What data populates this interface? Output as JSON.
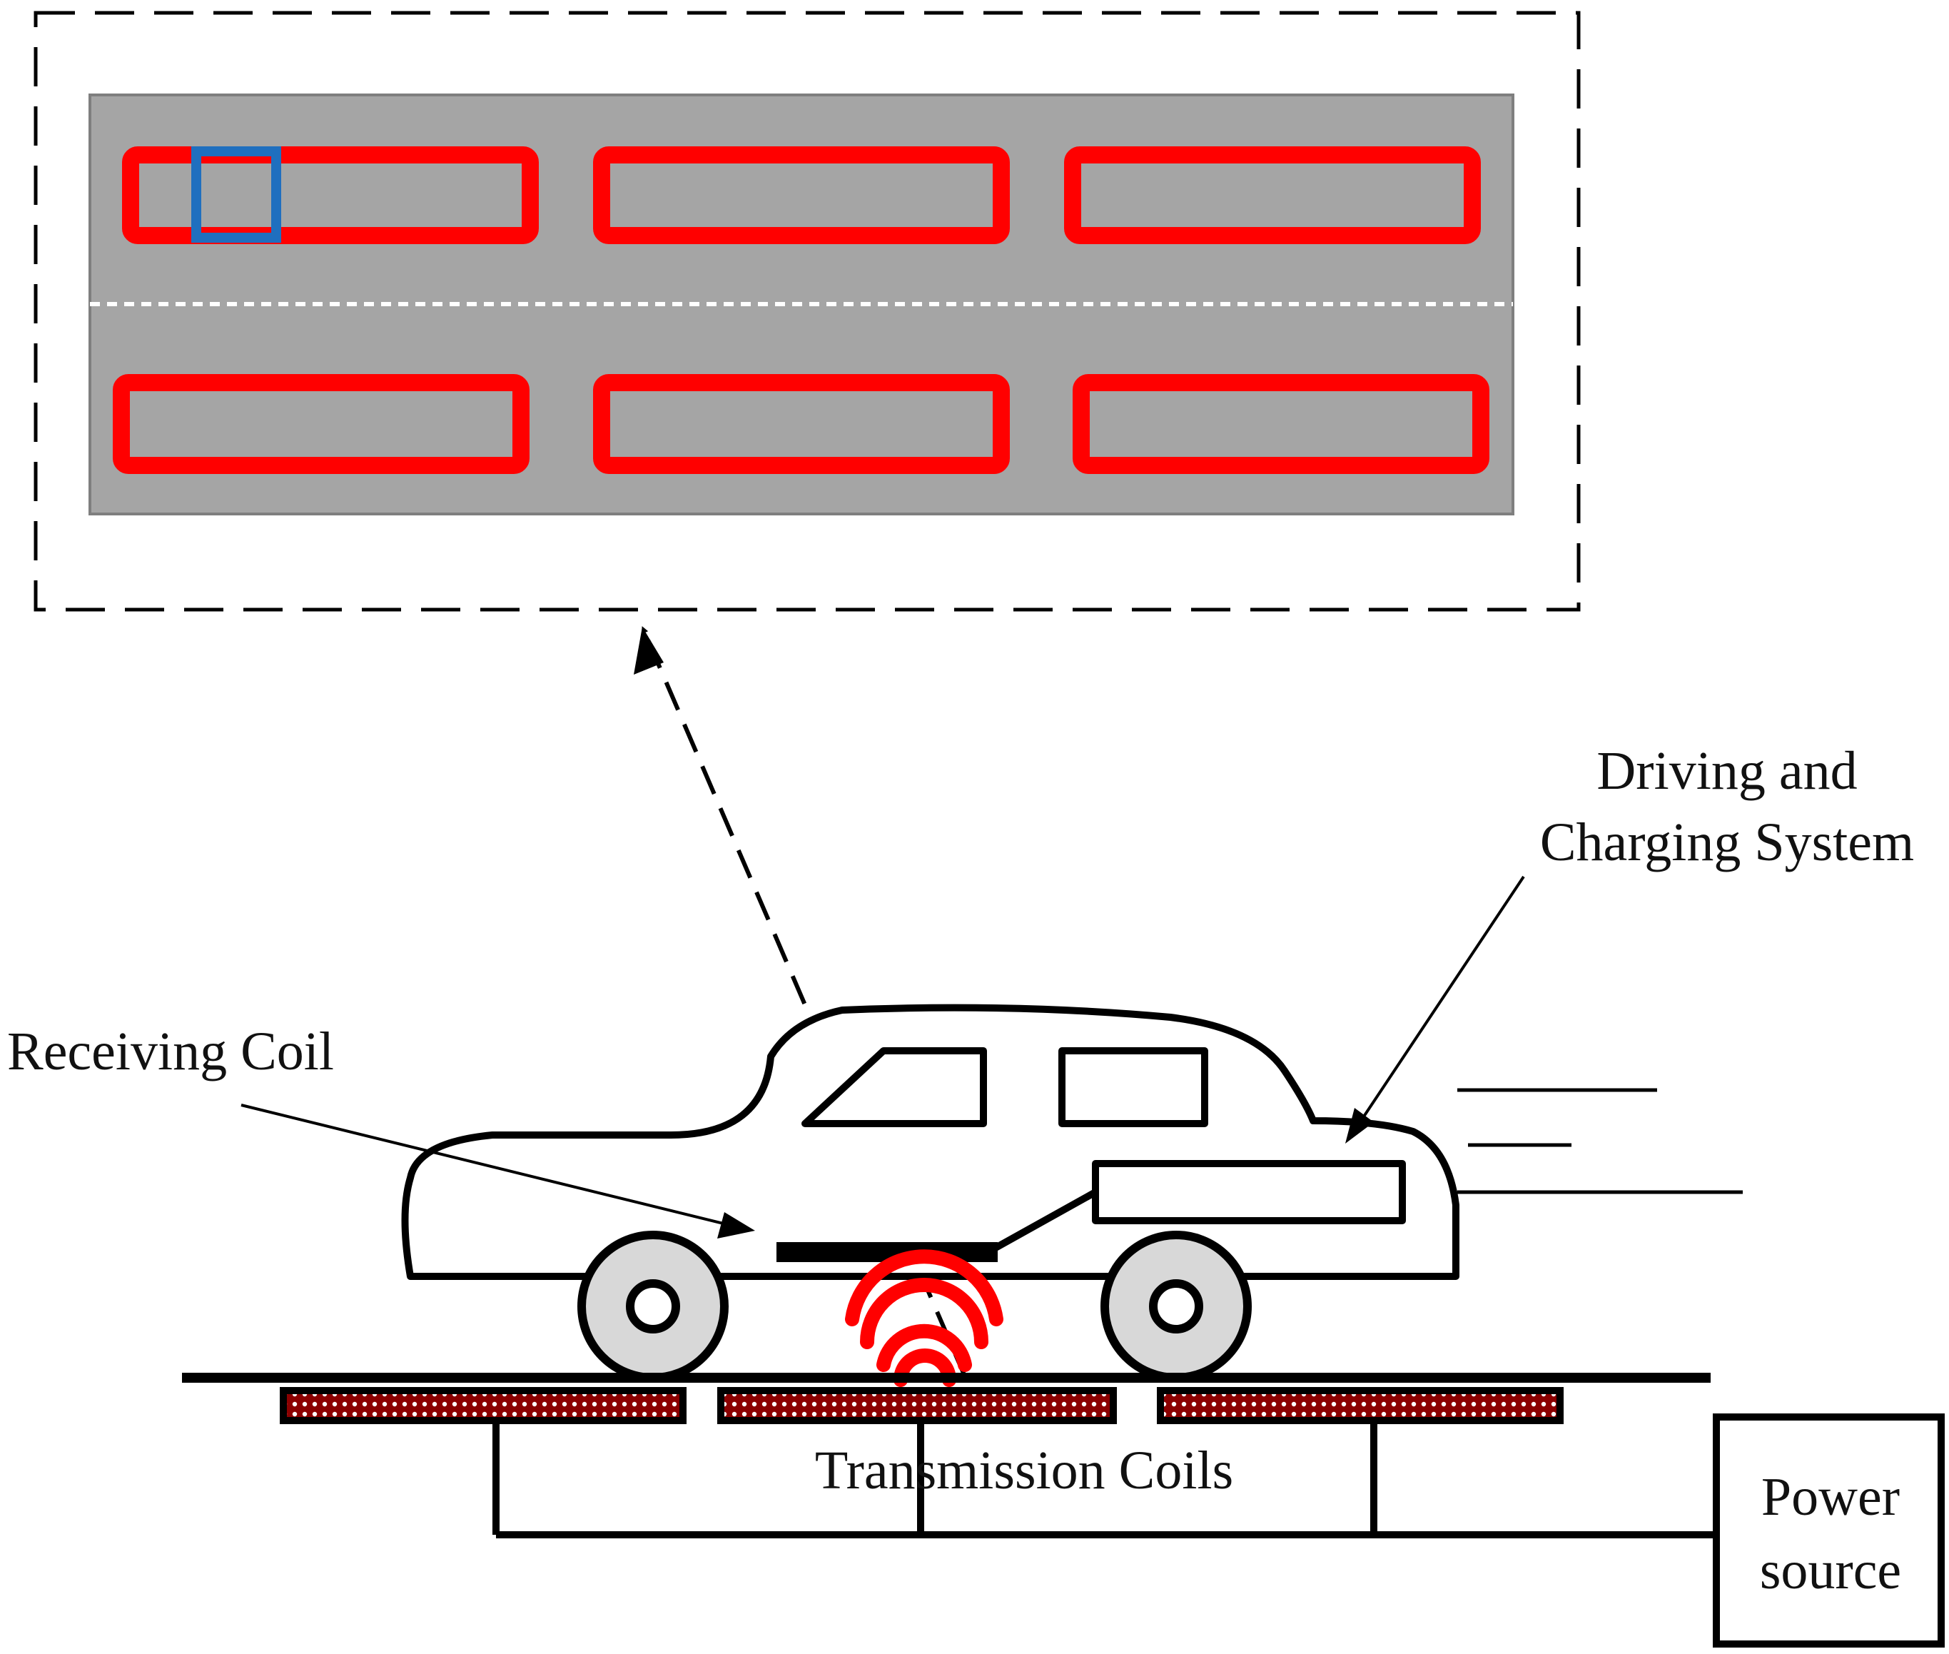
{
  "labels": {
    "driving_line1": "Driving and",
    "driving_line2": "Charging System",
    "receiving_coil": "Receiving Coil",
    "transmission_coils": "Transmission Coils",
    "power_line1": "Power",
    "power_line2": "source"
  },
  "colors": {
    "coil_outline": "#ff0000",
    "selected_coil": "#1f6fbf",
    "road": "#a5a5a5",
    "lane_marking": "#ffffff",
    "wireless_field": "#ff0000",
    "wheel": "#d8d8d8",
    "stroke": "#000000"
  }
}
